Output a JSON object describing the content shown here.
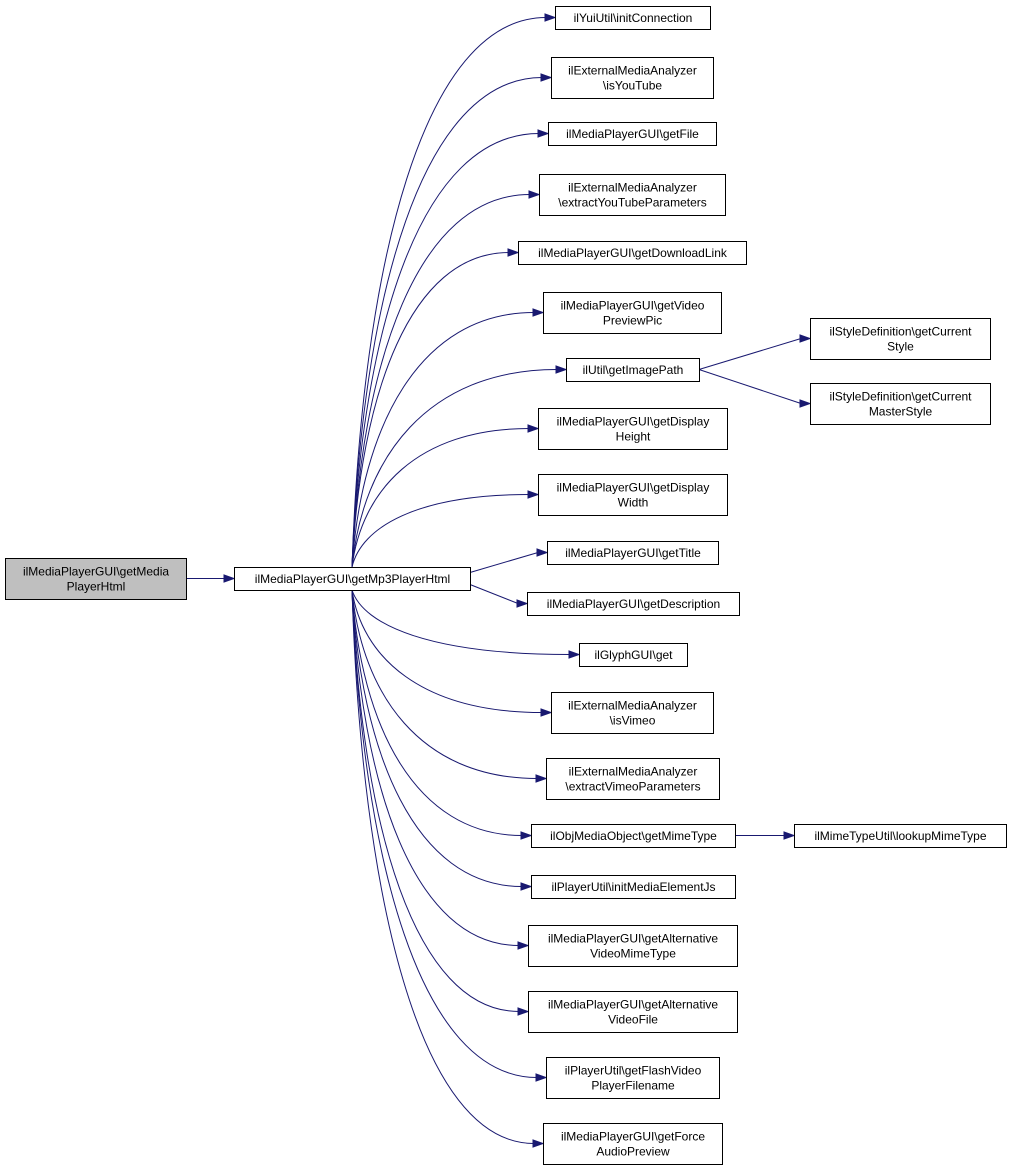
{
  "graph": {
    "colors": {
      "edge": "#191970",
      "root_fill": "#bfbfbf",
      "node_fill": "#ffffff",
      "border": "#000000"
    },
    "nodes": [
      {
        "id": "root",
        "lines": [
          "ilMediaPlayerGUI\\getMedia",
          "PlayerHtml"
        ]
      },
      {
        "id": "mp3",
        "lines": [
          "ilMediaPlayerGUI\\getMp3PlayerHtml"
        ]
      },
      {
        "id": "initConnection",
        "lines": [
          "ilYuiUtil\\initConnection"
        ]
      },
      {
        "id": "isYouTube",
        "lines": [
          "ilExternalMediaAnalyzer",
          "\\isYouTube"
        ]
      },
      {
        "id": "getFile",
        "lines": [
          "ilMediaPlayerGUI\\getFile"
        ]
      },
      {
        "id": "extractYouTube",
        "lines": [
          "ilExternalMediaAnalyzer",
          "\\extractYouTubeParameters"
        ]
      },
      {
        "id": "getDownloadLink",
        "lines": [
          "ilMediaPlayerGUI\\getDownloadLink"
        ]
      },
      {
        "id": "getVideoPreviewPic",
        "lines": [
          "ilMediaPlayerGUI\\getVideo",
          "PreviewPic"
        ]
      },
      {
        "id": "getImagePath",
        "lines": [
          "ilUtil\\getImagePath"
        ]
      },
      {
        "id": "getCurrentStyle",
        "lines": [
          "ilStyleDefinition\\getCurrent",
          "Style"
        ]
      },
      {
        "id": "getCurrentMasterStyle",
        "lines": [
          "ilStyleDefinition\\getCurrent",
          "MasterStyle"
        ]
      },
      {
        "id": "getDisplayHeight",
        "lines": [
          "ilMediaPlayerGUI\\getDisplay",
          "Height"
        ]
      },
      {
        "id": "getDisplayWidth",
        "lines": [
          "ilMediaPlayerGUI\\getDisplay",
          "Width"
        ]
      },
      {
        "id": "getTitle",
        "lines": [
          "ilMediaPlayerGUI\\getTitle"
        ]
      },
      {
        "id": "getDescription",
        "lines": [
          "ilMediaPlayerGUI\\getDescription"
        ]
      },
      {
        "id": "glyphGet",
        "lines": [
          "ilGlyphGUI\\get"
        ]
      },
      {
        "id": "isVimeo",
        "lines": [
          "ilExternalMediaAnalyzer",
          "\\isVimeo"
        ]
      },
      {
        "id": "extractVimeo",
        "lines": [
          "ilExternalMediaAnalyzer",
          "\\extractVimeoParameters"
        ]
      },
      {
        "id": "getMimeType",
        "lines": [
          "ilObjMediaObject\\getMimeType"
        ]
      },
      {
        "id": "lookupMimeType",
        "lines": [
          "ilMimeTypeUtil\\lookupMimeType"
        ]
      },
      {
        "id": "initMediaElementJs",
        "lines": [
          "ilPlayerUtil\\initMediaElementJs"
        ]
      },
      {
        "id": "getAltVideoMimeType",
        "lines": [
          "ilMediaPlayerGUI\\getAlternative",
          "VideoMimeType"
        ]
      },
      {
        "id": "getAltVideoFile",
        "lines": [
          "ilMediaPlayerGUI\\getAlternative",
          "VideoFile"
        ]
      },
      {
        "id": "getFlashVideoPlayer",
        "lines": [
          "ilPlayerUtil\\getFlashVideo",
          "PlayerFilename"
        ]
      },
      {
        "id": "getForceAudioPreview",
        "lines": [
          "ilMediaPlayerGUI\\getForce",
          "AudioPreview"
        ]
      }
    ],
    "edges": [
      [
        "root",
        "mp3"
      ],
      [
        "mp3",
        "initConnection"
      ],
      [
        "mp3",
        "isYouTube"
      ],
      [
        "mp3",
        "getFile"
      ],
      [
        "mp3",
        "extractYouTube"
      ],
      [
        "mp3",
        "getDownloadLink"
      ],
      [
        "mp3",
        "getVideoPreviewPic"
      ],
      [
        "mp3",
        "getImagePath"
      ],
      [
        "mp3",
        "getDisplayHeight"
      ],
      [
        "mp3",
        "getDisplayWidth"
      ],
      [
        "mp3",
        "getTitle"
      ],
      [
        "mp3",
        "getDescription"
      ],
      [
        "mp3",
        "glyphGet"
      ],
      [
        "mp3",
        "isVimeo"
      ],
      [
        "mp3",
        "extractVimeo"
      ],
      [
        "mp3",
        "getMimeType"
      ],
      [
        "mp3",
        "initMediaElementJs"
      ],
      [
        "mp3",
        "getAltVideoMimeType"
      ],
      [
        "mp3",
        "getAltVideoFile"
      ],
      [
        "mp3",
        "getFlashVideoPlayer"
      ],
      [
        "mp3",
        "getForceAudioPreview"
      ],
      [
        "getImagePath",
        "getCurrentStyle"
      ],
      [
        "getImagePath",
        "getCurrentMasterStyle"
      ],
      [
        "getMimeType",
        "lookupMimeType"
      ]
    ]
  }
}
